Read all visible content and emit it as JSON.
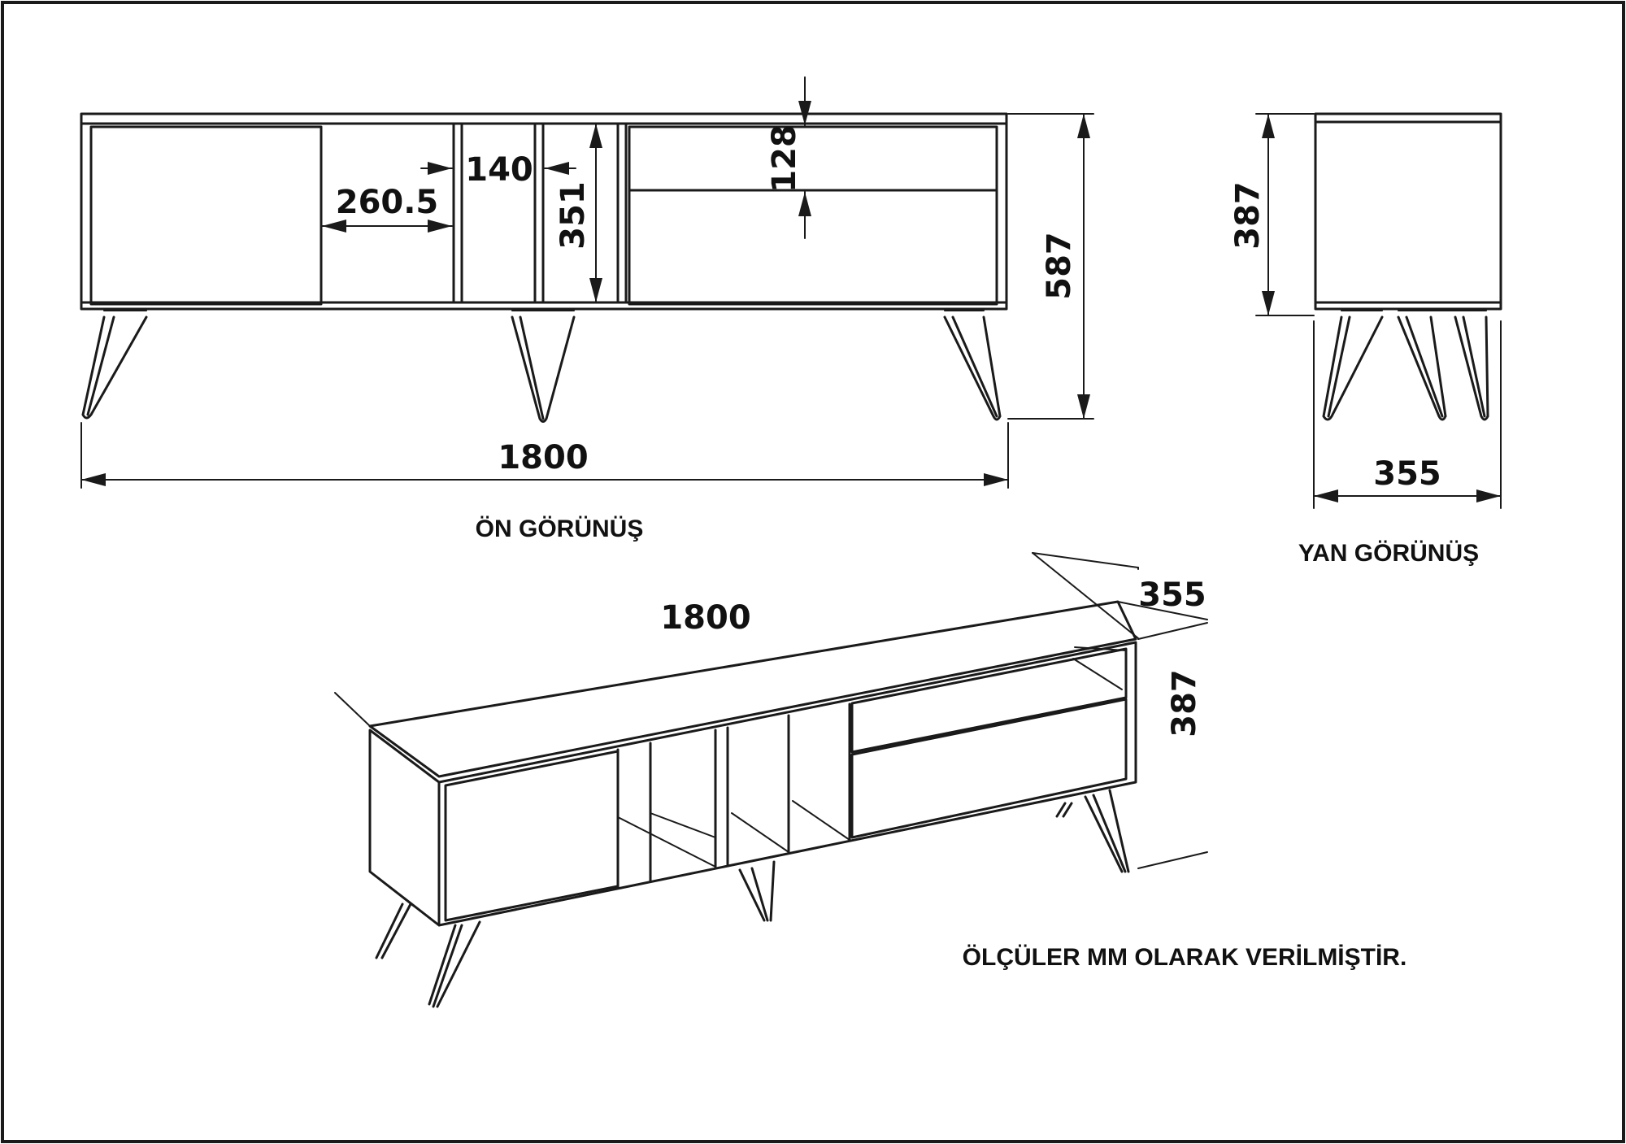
{
  "views": {
    "front": {
      "caption": "ÖN GÖRÜNÜŞ",
      "dims": {
        "width": "1800",
        "height": "587",
        "cabinet_height": "351",
        "compartment_width": "260.5",
        "divider_gap": "140",
        "drawer_gap": "128"
      }
    },
    "side": {
      "caption": "YAN GÖRÜNÜŞ",
      "dims": {
        "depth": "355",
        "body_height": "387"
      }
    },
    "iso": {
      "dims": {
        "width": "1800",
        "depth": "355",
        "height": "387"
      }
    }
  },
  "note": "ÖLÇÜLER MM OLARAK VERİLMİŞTİR."
}
